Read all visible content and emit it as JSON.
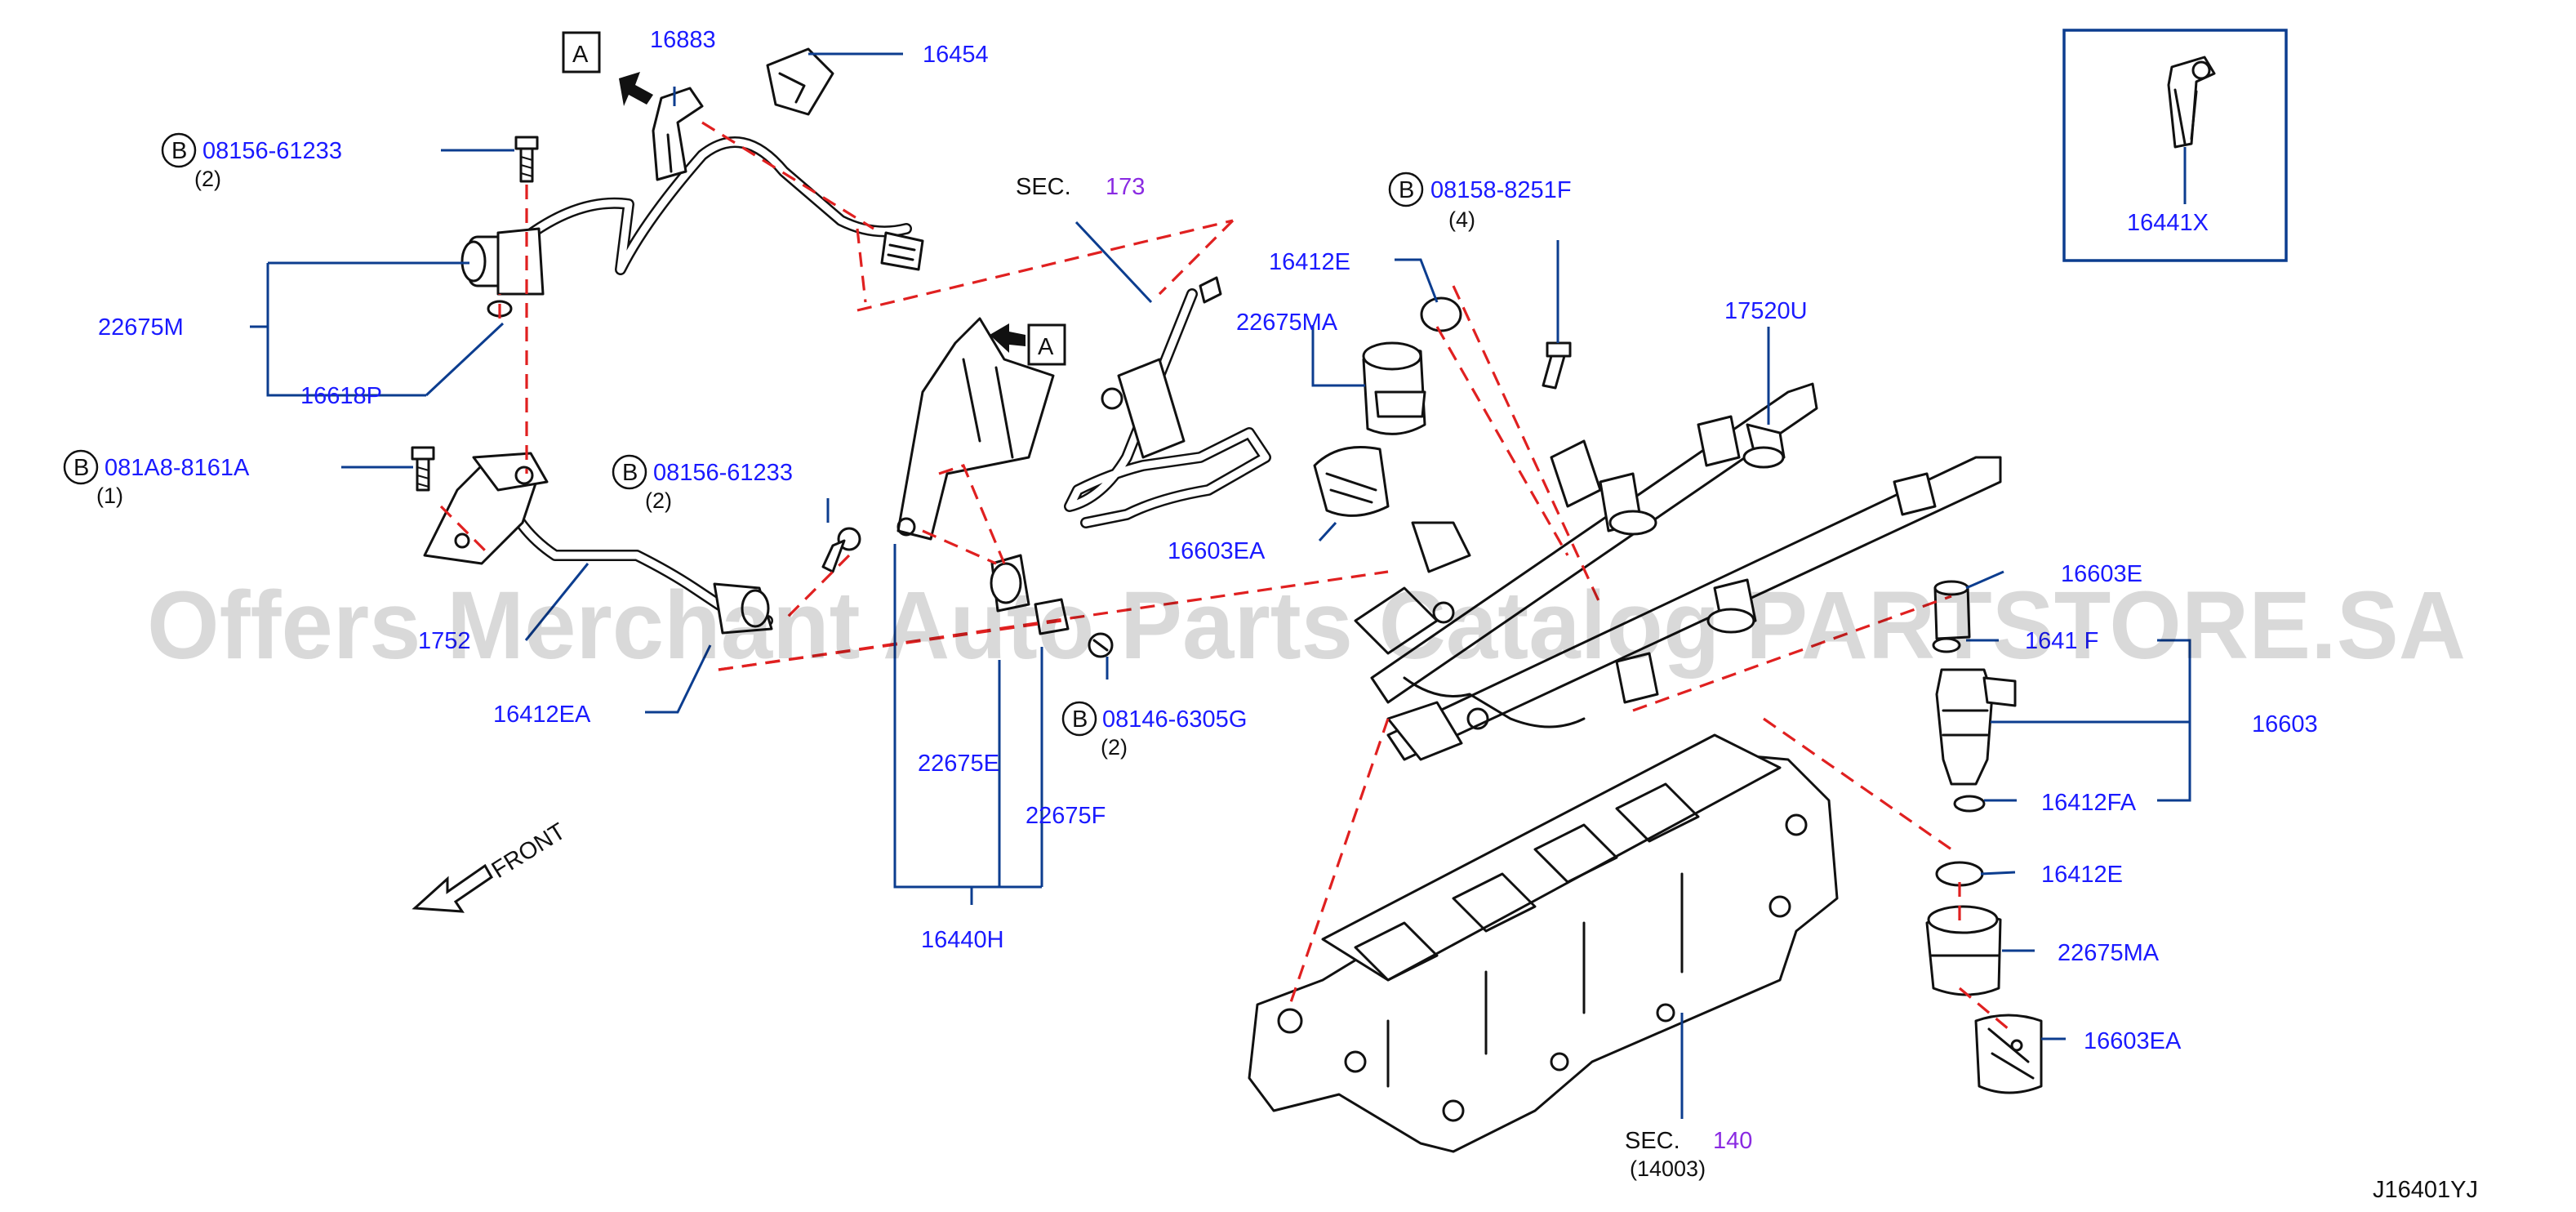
{
  "diagram_code": "J16401YJ",
  "watermark": "Offers Merchant Auto Parts Catalog PARTSTORE.SA",
  "front_label": "FRONT",
  "bolt_symbol": "B",
  "view_marker": "A",
  "sections": [
    {
      "prefix": "SEC.",
      "number": "173"
    },
    {
      "prefix": "SEC.",
      "number": "140",
      "sub": "(14003)"
    }
  ],
  "parts": {
    "p16883": "16883",
    "p16454": "16454",
    "p16441X": "16441X",
    "b0815661233_top": "08156-61233",
    "b0815661233_top_qty": "(2)",
    "p22675M": "22675M",
    "p16618P": "16618P",
    "b081A88161A": "081A8-8161A",
    "b081A88161A_qty": "(1)",
    "b0815661233_mid": "08156-61233",
    "b0815661233_mid_qty": "(2)",
    "p1752x": "1752",
    "p16412EA": "16412EA",
    "b081588251F": "08158-8251F",
    "b081588251F_qty": "(4)",
    "p16412E_top": "16412E",
    "p22675MA_top": "22675MA",
    "p16603EA_top": "16603EA",
    "p17520U": "17520U",
    "p16603E": "16603E",
    "p1641xF": "1641 F",
    "p16603": "16603",
    "p16412FA": "16412FA",
    "p16412E_bot": "16412E",
    "p22675MA_bot": "22675MA",
    "p16603EA_bot": "16603EA",
    "p22675E": "22675E",
    "p22675F": "22675F",
    "p16440H": "16440H",
    "b081466305G": "08146-6305G",
    "b081466305G_qty": "(2)"
  }
}
